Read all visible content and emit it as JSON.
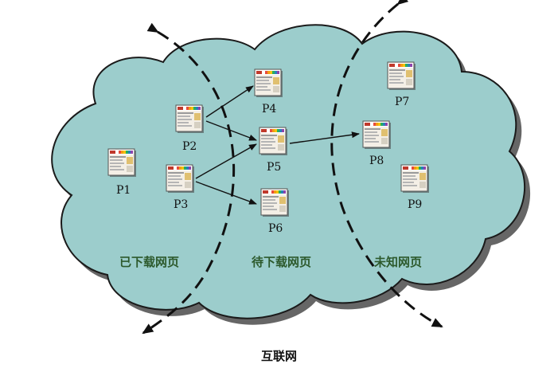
{
  "regions": {
    "downloaded": "已下载网页",
    "pending": "待下载网页",
    "unknown": "未知网页"
  },
  "caption": "互联网",
  "pages": {
    "p1": "P1",
    "p2": "P2",
    "p3": "P3",
    "p4": "P4",
    "p5": "P5",
    "p6": "P6",
    "p7": "P7",
    "p8": "P8",
    "p9": "P9"
  },
  "colors": {
    "cloud_fill": "#9ccdcc",
    "cloud_stroke": "#1a1a1a",
    "shadow": "#555555",
    "region_text": "#2d5a2d"
  },
  "edges": [
    [
      "P2",
      "P4"
    ],
    [
      "P2",
      "P5"
    ],
    [
      "P3",
      "P5"
    ],
    [
      "P3",
      "P6"
    ],
    [
      "P5",
      "P8"
    ]
  ]
}
